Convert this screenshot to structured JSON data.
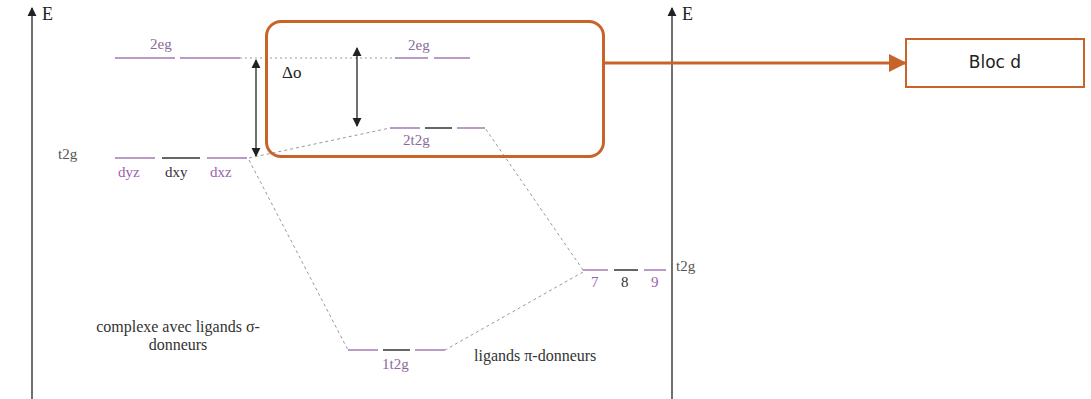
{
  "diagram": {
    "nodes": [
      {
        "text": [
          "2eg",
          "Δo",
          "2t2g"
        ]
      },
      {
        "text": [
          "Bloc d"
        ]
      }
    ],
    "edges": [
      {
        "from": 0,
        "to": 1,
        "arrow": "to"
      }
    ],
    "labels": [
      "E",
      "2eg",
      "t2g",
      "dyz",
      "dxy",
      "dxz",
      "1t2g",
      "7",
      "8",
      "9",
      "t2g",
      "complexe avec ligands σ-donneurs",
      "ligands π-donneurs",
      "E"
    ]
  }
}
